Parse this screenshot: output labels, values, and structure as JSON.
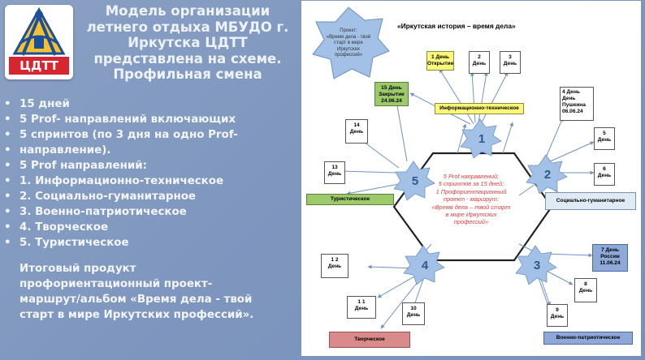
{
  "logo": {
    "text": "ЦДТТ"
  },
  "title": "Модель организации летнего отдыха МБУДО г. Иркутска ЦДТТ представлена на схеме. Профильная смена",
  "bullets": [
    "15 дней",
    "5 Prof- направлений включающих",
    "5 спринтов (по 3 дня на одно Prof-",
    "направление).",
    "5 Prof направлений:",
    "1.  Информационно-техническое",
    "2. Социально-гуманитарное",
    "3. Военно-патриотическое",
    "4. Творческое",
    "5. Туристическое"
  ],
  "product": [
    "Итоговый продукт",
    "профориентационный  проект-",
    "маршрут/альбом  «Время дела - твой",
    "старт в мире Иркутских профессий»."
  ],
  "diagram": {
    "title": "«Иркутская история – время дела»",
    "project_star": [
      "Проект:",
      "«Время дела - твой",
      "старт в мире",
      "Иркутских",
      "профессий»"
    ],
    "center": [
      "5 Prof направлений;",
      "5 спринтов за 15 дней;",
      "1 Профориентационный",
      "проект - маршрут:",
      "«Время дела – твой старт",
      "в мире Иркутских",
      "профессий»"
    ],
    "stars": [
      "1",
      "2",
      "3",
      "4",
      "5"
    ],
    "directions": {
      "info": "Информационно-техническое",
      "social": "Социально-гуманитарное",
      "military": "Военно-патриотическое",
      "creative": "Творческое",
      "tourist": "Туристическое"
    },
    "days": {
      "d1": [
        "1 День",
        "Открытие"
      ],
      "d2": [
        "2",
        "День"
      ],
      "d3": [
        "3",
        "День"
      ],
      "d4": [
        "4 День",
        "День",
        "Пушкина",
        "06.06.24"
      ],
      "d5": [
        "5",
        "День"
      ],
      "d6": [
        "6",
        "День"
      ],
      "d7": [
        "7 День",
        "России",
        "11.06.24"
      ],
      "d8": [
        "8",
        "День"
      ],
      "d9": [
        "9",
        "День"
      ],
      "d10": [
        "10",
        "День"
      ],
      "d11": [
        "1 1",
        "День"
      ],
      "d12": [
        "1 2",
        "День"
      ],
      "d13": [
        "13",
        "День"
      ],
      "d14": [
        "14",
        "День"
      ],
      "d15": [
        "15 День",
        "Закрытие",
        "24.06.24"
      ]
    }
  }
}
